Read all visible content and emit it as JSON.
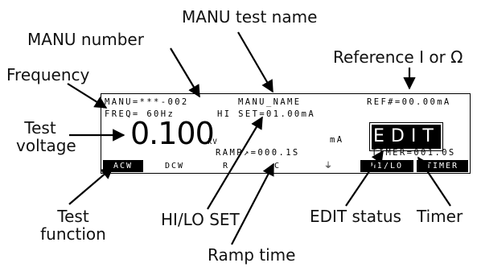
{
  "callouts": {
    "manu_test_name": "MANU test name",
    "manu_number": "MANU number",
    "reference": "Reference I or Ω",
    "frequency": "Frequency",
    "test_voltage_line1": "Test",
    "test_voltage_line2": "voltage",
    "test_function_line1": "Test",
    "test_function_line2": "function",
    "hilo_set": "HI/LO SET",
    "edit_status": "EDIT status",
    "timer": "Timer",
    "ramp_time": "Ramp time"
  },
  "lcd": {
    "manu_line": "MANU=***-002",
    "test_name": "MANU_NAME",
    "ref_line": "REF#=00.00mA",
    "freq_line": "FREQ= 60Hz",
    "hi_set_line": "HI SET=01.00mA",
    "voltage": "0.100",
    "voltage_unit": "kV",
    "current_unit": "mA",
    "edit_status": "EDIT",
    "ramp_line": "RAMP↗=000.1S",
    "timer_line": "TIMER=001.0S",
    "softkeys": [
      "ACW",
      "DCW",
      "R",
      "C",
      "⏚",
      "HI/LO",
      "TIMER"
    ]
  }
}
